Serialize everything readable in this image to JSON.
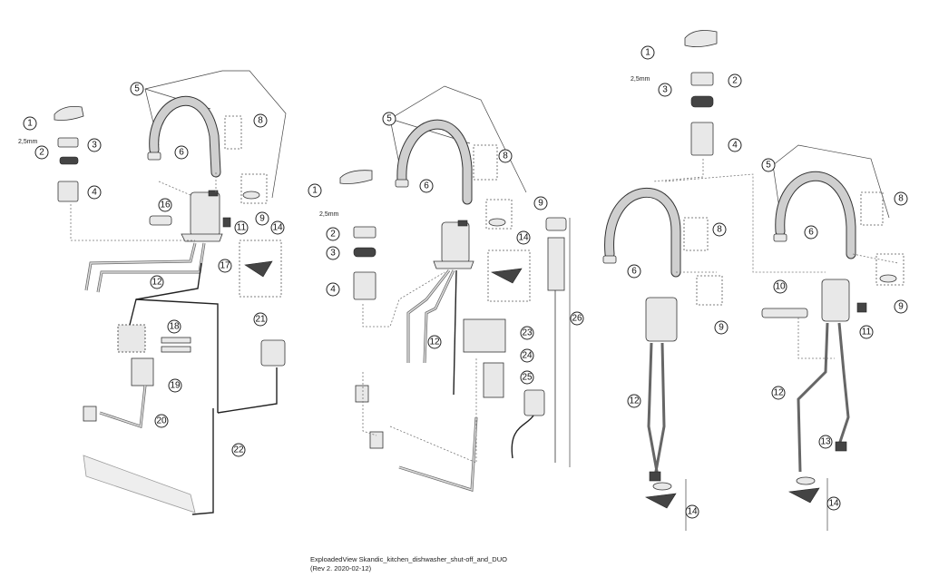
{
  "footer": {
    "line1": "ExploadedView Skandic_kitchen_dishwasher_shut-off_and_DUO",
    "line2": "(Rev 2. 2020-02-12)"
  },
  "allen_key_label": "2,5mm",
  "views": [
    {
      "name": "left",
      "callouts": [
        "1",
        "2",
        "3",
        "4",
        "5",
        "6",
        "8",
        "9",
        "11",
        "12",
        "14",
        "16",
        "17",
        "18",
        "19",
        "20",
        "21",
        "22"
      ]
    },
    {
      "name": "middle",
      "callouts": [
        "1",
        "2",
        "3",
        "4",
        "5",
        "6",
        "8",
        "9",
        "12",
        "14",
        "23",
        "24",
        "25",
        "26"
      ]
    },
    {
      "name": "right",
      "callouts": [
        "1",
        "2",
        "3",
        "4",
        "5",
        "6",
        "8",
        "9",
        "10",
        "11",
        "12",
        "13",
        "14"
      ]
    }
  ]
}
